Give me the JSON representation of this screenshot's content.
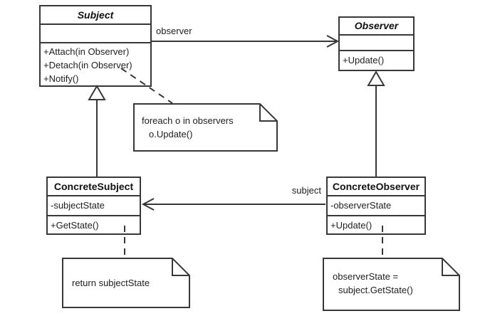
{
  "diagram": {
    "kind": "uml-class-diagram",
    "pattern": "Observer"
  },
  "colors": {
    "line": "#383838",
    "text": "#1e1e1e",
    "fill": "#ffffff",
    "background": "#ffffff"
  },
  "classes": {
    "subject": {
      "name": "Subject",
      "abstract": true,
      "attributes": [],
      "methods": [
        "+Attach(in Observer)",
        "+Detach(in Observer)",
        "+Notify()"
      ]
    },
    "observer": {
      "name": "Observer",
      "abstract": true,
      "attributes": [],
      "methods": [
        "+Update()"
      ]
    },
    "concrete_subject": {
      "name": "ConcreteSubject",
      "abstract": false,
      "attributes": [
        "-subjectState"
      ],
      "methods": [
        "+GetState()"
      ]
    },
    "concrete_observer": {
      "name": "ConcreteObserver",
      "abstract": false,
      "attributes": [
        "-observerState"
      ],
      "methods": [
        "+Update()"
      ]
    }
  },
  "associations": {
    "observer": {
      "label": "observer"
    },
    "subject": {
      "label": "subject"
    }
  },
  "notes": {
    "notify": {
      "line1": "foreach o in observers",
      "line2": "o.Update()"
    },
    "get_state": {
      "line1": "return subjectState"
    },
    "update": {
      "line1": "observerState =",
      "line2": "subject.GetState()"
    }
  }
}
